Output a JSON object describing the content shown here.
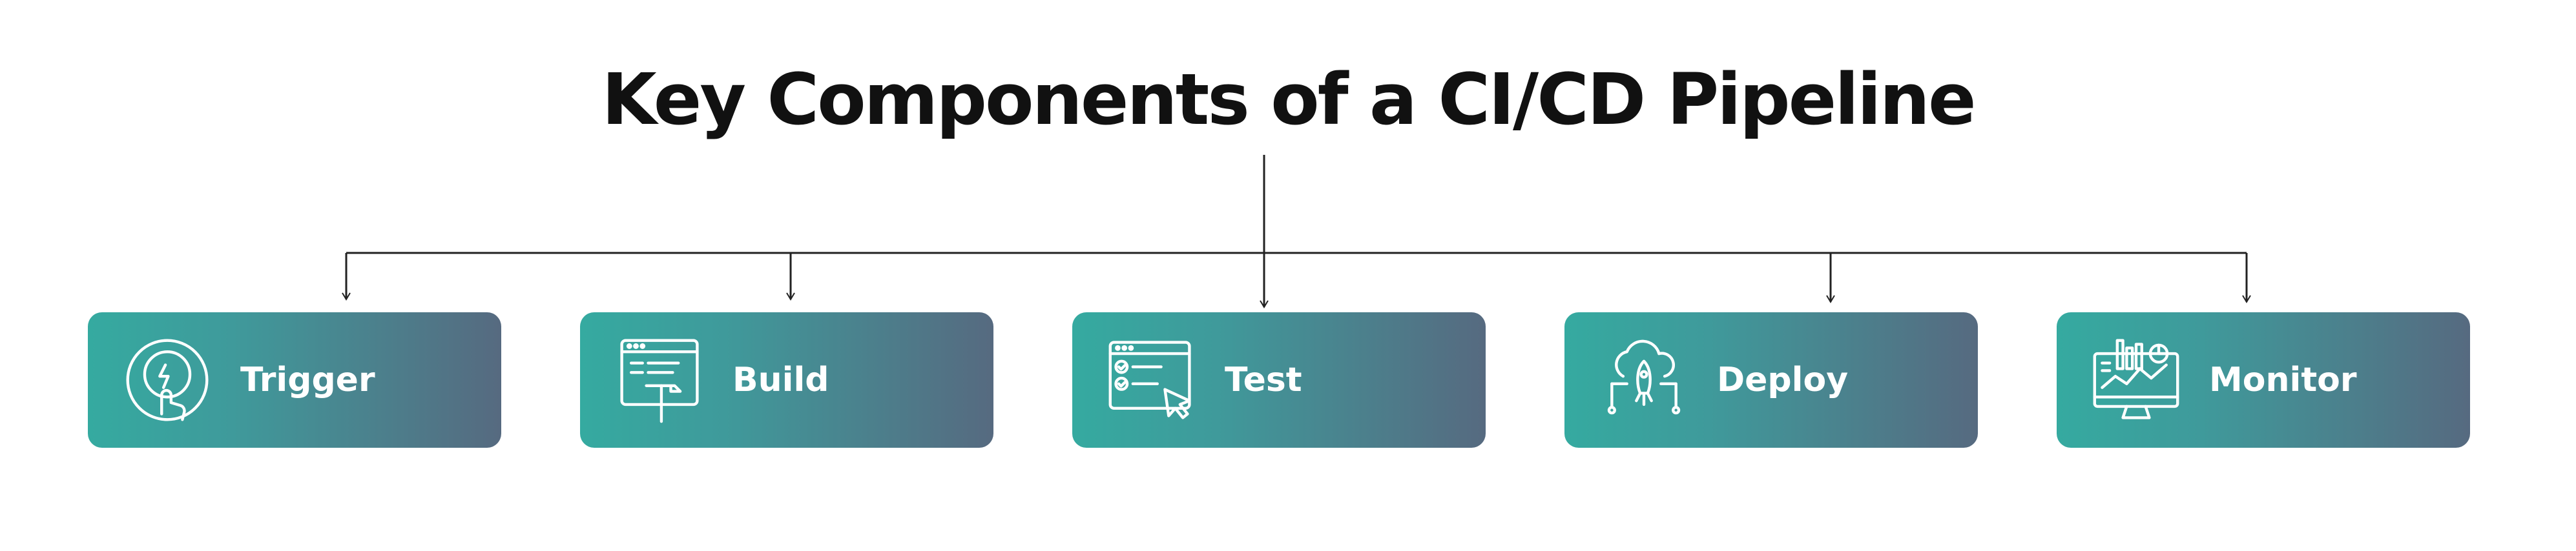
{
  "title": "Key Components of a CI/CD Pipeline",
  "colors": {
    "gradient_start": "#35aaa0",
    "gradient_end": "#566a80",
    "connector": "#222222",
    "title_text": "#111111"
  },
  "nodes": [
    {
      "label": "Trigger",
      "icon": "touch-gesture-icon"
    },
    {
      "label": "Build",
      "icon": "build-hammer-icon"
    },
    {
      "label": "Test",
      "icon": "test-checklist-icon"
    },
    {
      "label": "Deploy",
      "icon": "cloud-rocket-icon"
    },
    {
      "label": "Monitor",
      "icon": "monitor-analytics-icon"
    }
  ]
}
